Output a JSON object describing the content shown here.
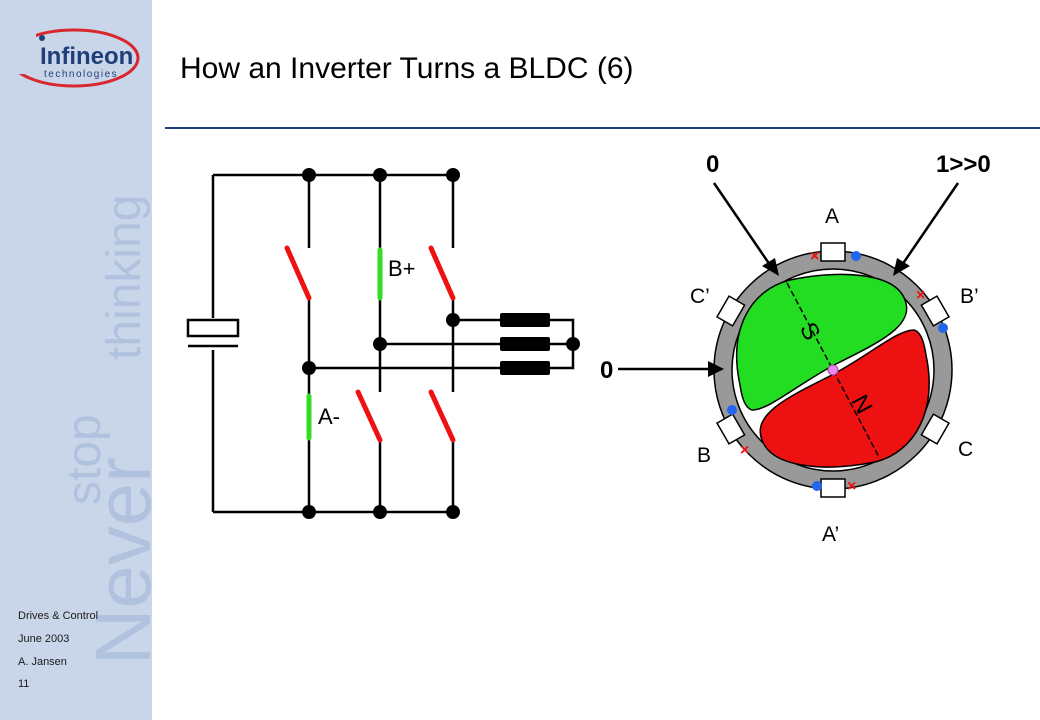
{
  "brand": {
    "logo_text": "Infineon",
    "logo_subtext": "technologies",
    "slogan_stop": "stop",
    "slogan_thinking": "thinking",
    "slogan_never": "Never",
    "accent_color": "#1f3f7a",
    "logo_swoosh_color": "#d9272e"
  },
  "slide": {
    "title": "How an Inverter Turns a BLDC (6)"
  },
  "footer": {
    "line1": "Drives & Control",
    "line2": "June 2003",
    "line3": "A. Jansen",
    "page": "11"
  },
  "inverter": {
    "label_high_on": "B+",
    "label_low_on": "A-",
    "closed_switch_color": "#33dd22",
    "open_switch_color": "#ee1111"
  },
  "motor": {
    "stator_labels": {
      "a": "A",
      "a_prime": "A’",
      "b": "B",
      "b_prime": "B’",
      "c": "C",
      "c_prime": "C’"
    },
    "rotor_labels": {
      "south": "S",
      "north": "N"
    },
    "south_color": "#22dd22",
    "north_color": "#ee1111",
    "current_dot_color": "#2266ee",
    "current_cross_color": "#ee1111"
  },
  "phase_values": {
    "a": "0",
    "b": "1>>0",
    "c": "0"
  }
}
